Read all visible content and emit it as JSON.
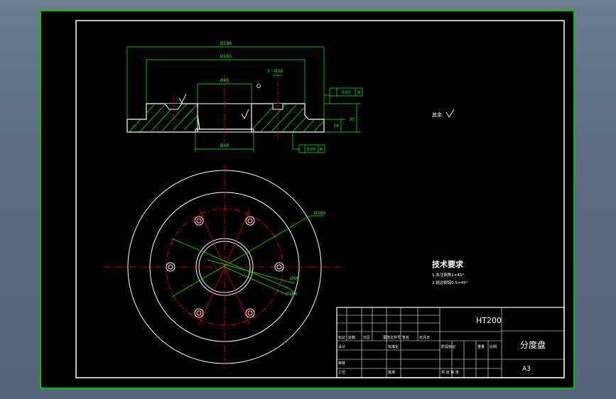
{
  "drawing": {
    "part_name": "分度盘",
    "material": "HT200",
    "sheet_size": "A3",
    "dimensions": {
      "outer_diameter": "Ø186",
      "inner_step_diameter": "Ø160",
      "bore_diameter": "Ø48",
      "counterbore_diameter": "Ø48",
      "hole_callout": "3 - Ø12",
      "height_total": "30",
      "height_step": "18",
      "runout_tolerance_1": "0.05",
      "runout_tolerance_2": "0.05",
      "datum": "A",
      "diameter_note_1": "Ø286",
      "diameter_note_2": "Ø88",
      "diameter_note_3": "Ø266"
    },
    "surface_note": "其余",
    "technical_requirements": {
      "title": "技术要求",
      "items": [
        "1.未注倒角1×45°",
        "2.锐边倒钝0.5×45°"
      ]
    },
    "title_block": {
      "row_labels": [
        "标记",
        "处数",
        "分区",
        "更改文件号",
        "签名",
        "年月日"
      ],
      "designer_label": "设计",
      "checker_label": "审核",
      "process_label": "工艺",
      "standard_label": "标准化",
      "approve_label": "批准",
      "stage_label": "阶段标记",
      "weight_label": "重量",
      "scale_label": "比例",
      "sheet_label": "共 张 第 张"
    }
  },
  "colors": {
    "background": "#000000",
    "frame": "#00ff00",
    "outline": "#ffffff",
    "centerline": "#ff0000",
    "dimension": "#00ff00",
    "hatch": "#00ff00",
    "text": "#ffffff"
  }
}
